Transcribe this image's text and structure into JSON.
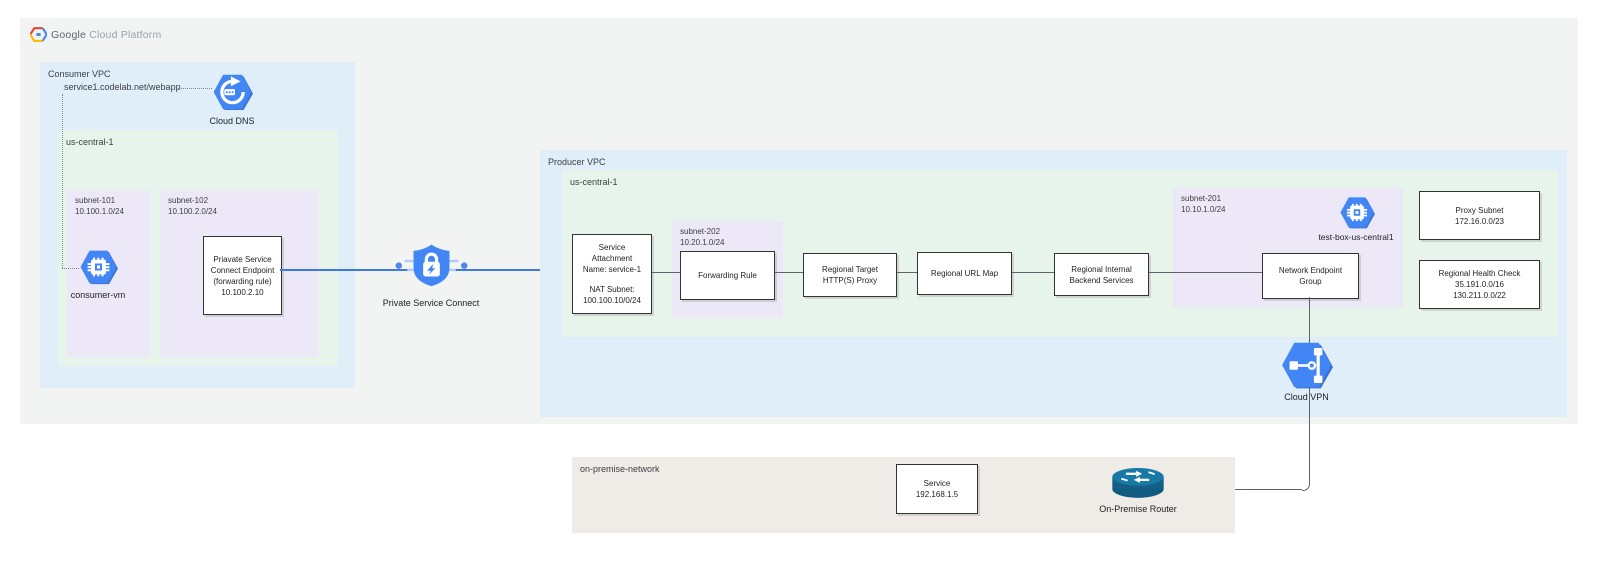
{
  "brand": {
    "google": "Google",
    "cloud_platform": "Cloud Platform"
  },
  "consumer_vpc": {
    "label": "Consumer VPC",
    "dns_record": "service1.codelab.net/webapp",
    "cloud_dns": {
      "l1": "Cloud",
      "l2": "DNS"
    },
    "region": {
      "label": "us-central-1"
    },
    "subnet_101": {
      "name": "subnet-101",
      "cidr": "10.100.1.0/24",
      "vm_label": "consumer-vm"
    },
    "subnet_102": {
      "name": "subnet-102",
      "cidr": "10.100.2.0/24",
      "endpoint": {
        "l1": "Priavate Service",
        "l2": "Connect Endpoint",
        "l3": "(forwarding rule)",
        "l4": "10.100.2.10"
      }
    }
  },
  "psc": {
    "label": "Private Service Connect"
  },
  "producer_vpc": {
    "label": "Producer VPC",
    "region": {
      "label": "us-central-1"
    },
    "service_attachment": {
      "l1": "Service",
      "l2": "Attachment",
      "l3": "Name: service-1",
      "l4": "NAT Subnet:",
      "l5": "100.100.10/0/24"
    },
    "subnet_202": {
      "name": "subnet-202",
      "cidr": "10.20.1.0/24",
      "forwarding_rule": "Forwarding Rule"
    },
    "target_proxy": {
      "l1": "Regional Target",
      "l2": "HTTP(S) Proxy"
    },
    "url_map": {
      "label": "Regional URL Map"
    },
    "backend": {
      "l1": "Regional Internal",
      "l2": "Backend Services"
    },
    "subnet_201": {
      "name": "subnet-201",
      "cidr": "10.10.1.0/24",
      "vm_label": "test-box-us-central1",
      "neg": {
        "l1": "Network Endpoint",
        "l2": "Group"
      }
    },
    "proxy_subnet": {
      "l1": "Proxy Subnet",
      "l2": "172.16.0.0/23"
    },
    "health_check": {
      "l1": "Regional Health Check",
      "l2": "35.191.0.0/16",
      "l3": "130.211.0.0/22"
    },
    "cloud_vpn": {
      "label": "Cloud VPN"
    }
  },
  "on_premise": {
    "label": "on-premise-network",
    "service": {
      "l1": "Service",
      "l2": "192.168.1.5"
    },
    "router_label": "On-Premise Router"
  },
  "colors": {
    "canvas_gray": "#f2f3f3",
    "vpc_blue": "#e0eef9",
    "region_green": "#e7f4eb",
    "subnet_purple": "#ede8f7",
    "onprem_beige": "#efebe7",
    "icon_blue": "#4285f4",
    "icon_blue_dark": "#2b66c9",
    "line_blue": "#3b78e8",
    "line_gray": "#5f6368",
    "router_teal": "#15678e",
    "logo_red": "#ea4335",
    "logo_yellow": "#fbbc05",
    "logo_blue": "#4285f4"
  }
}
